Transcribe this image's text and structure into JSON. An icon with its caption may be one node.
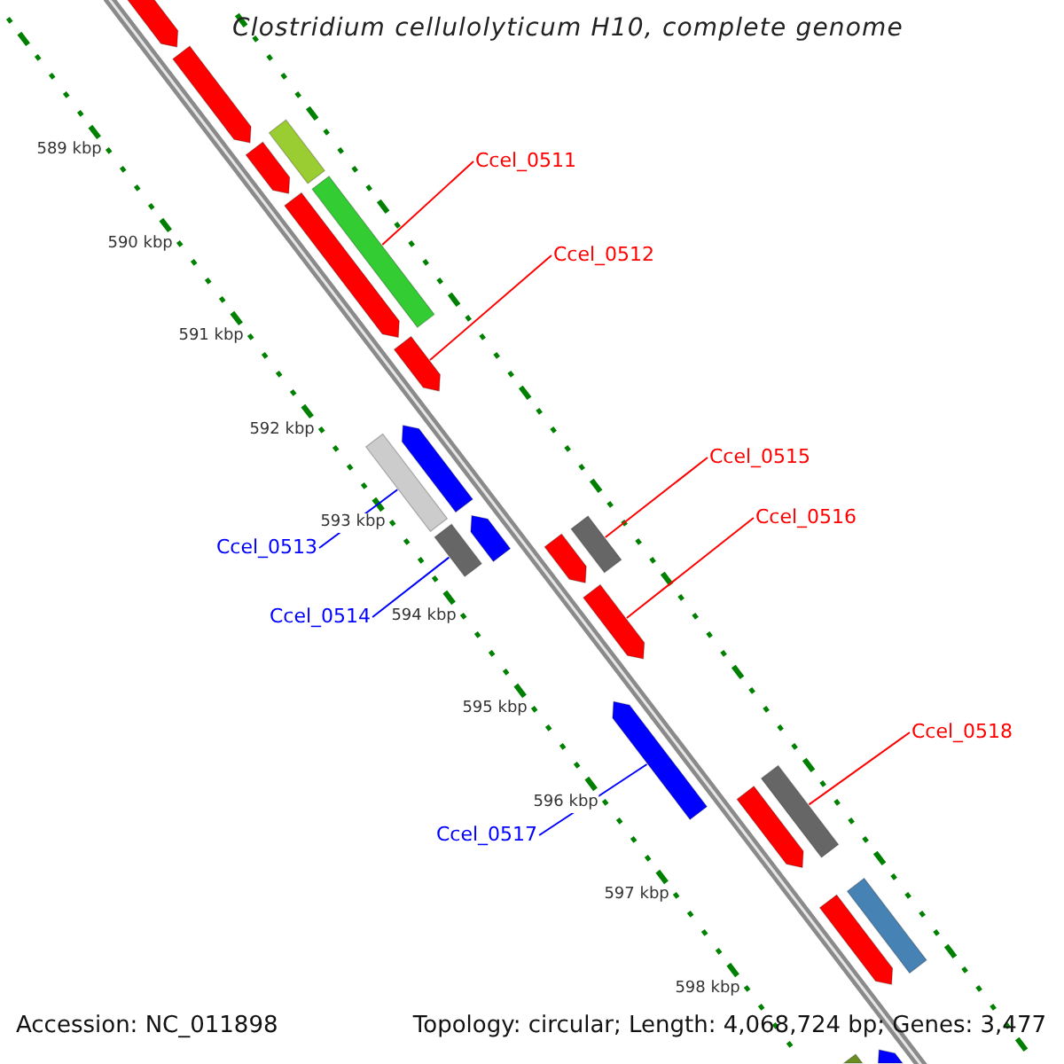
{
  "diagram": {
    "title": "Clostridium cellulolyticum H10, complete genome",
    "nodes": [
      {
        "text": [
          "Ccel_0511"
        ]
      },
      {
        "text": [],
        "shape": "bar"
      },
      {
        "text": [
          "Ccel_0512"
        ]
      },
      {
        "text": [],
        "shape": "arrow"
      },
      {
        "text": [
          "Ccel_0515"
        ]
      },
      {
        "text": [],
        "shape": "bar"
      },
      {
        "text": [
          "Ccel_0513"
        ]
      },
      {
        "text": [],
        "shape": "bar"
      },
      {
        "text": [
          "Ccel_0516"
        ]
      },
      {
        "text": [],
        "shape": "arrow"
      },
      {
        "text": [
          "Ccel_0514"
        ]
      },
      {
        "text": [],
        "shape": "bar"
      },
      {
        "text": [
          "Ccel_0517"
        ]
      },
      {
        "text": [],
        "shape": "arrow"
      },
      {
        "text": [
          "Ccel_0518"
        ]
      },
      {
        "text": [],
        "shape": "bar"
      },
      {
        "text": [],
        "shape": "arrow"
      },
      {
        "text": [],
        "shape": "arrow"
      },
      {
        "text": [],
        "shape": "arrow"
      },
      {
        "text": [],
        "shape": "arrow"
      },
      {
        "text": [],
        "shape": "bar"
      },
      {
        "text": [],
        "shape": "arrow"
      },
      {
        "text": [],
        "shape": "arrow"
      },
      {
        "text": [],
        "shape": "arrow"
      },
      {
        "text": [],
        "shape": "arrow"
      },
      {
        "text": [],
        "shape": "arrow"
      },
      {
        "text": [],
        "shape": "bar"
      },
      {
        "text": [],
        "shape": "bar"
      },
      {
        "text": [],
        "shape": "arrow"
      }
    ],
    "edges": [
      {
        "from": 0,
        "to": 1,
        "arrow": "none"
      },
      {
        "from": 2,
        "to": 3,
        "arrow": "none"
      },
      {
        "from": 4,
        "to": 5,
        "arrow": "none"
      },
      {
        "from": 6,
        "to": 7,
        "arrow": "none",
        "color": "#0000ff"
      },
      {
        "from": 8,
        "to": 9,
        "arrow": "none"
      },
      {
        "from": 10,
        "to": 11,
        "arrow": "none",
        "color": "#0000ff"
      },
      {
        "from": 12,
        "to": 13,
        "arrow": "none",
        "color": "#0000ff"
      },
      {
        "from": 14,
        "to": 15,
        "arrow": "none"
      }
    ],
    "labels": [
      "589 kbp",
      "590 kbp",
      "591 kbp",
      "592 kbp",
      "593 kbp",
      "594 kbp",
      "595 kbp",
      "596 kbp",
      "597 kbp",
      "598 kbp",
      "Accession: NC_011898",
      "Topology: circular; Length: 4,068,724 bp; Genes: 3,477"
    ]
  }
}
